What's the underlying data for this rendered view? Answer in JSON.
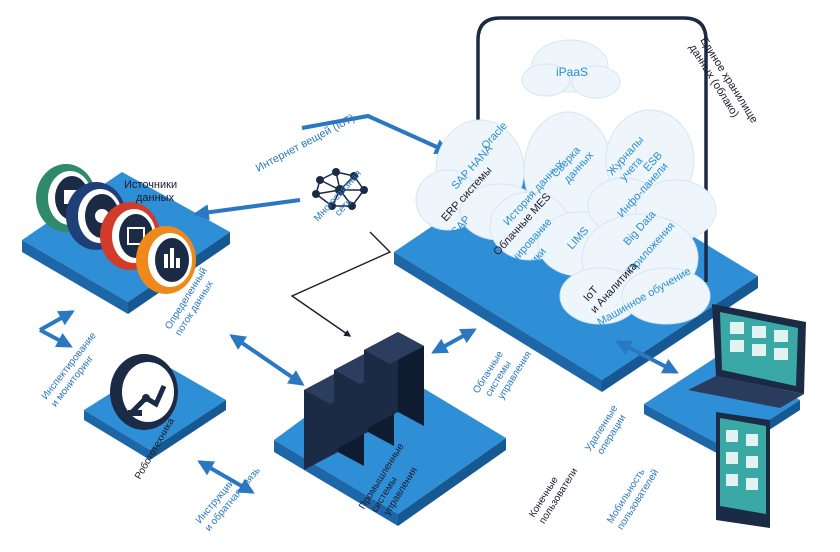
{
  "labels": {
    "ipaas": "iPaaS",
    "storage_line1": "Единое хранилище",
    "storage_line2": "данных (облако)",
    "iot_internet": "Интернет вещей (IoT)",
    "sources_line1": "Источники",
    "sources_line2": "данных",
    "mesh_line1": "Многосвязная",
    "mesh_line2": "сеть",
    "flows_line1": "Определенный",
    "flows_line2": "поток данных",
    "inspect_line1": "Инспектирование",
    "inspect_line2": "и мониторинг",
    "robotics": "Робототехника",
    "instructions_line1": "Инструкции",
    "instructions_line2": "и обратная связь",
    "industrial_line1": "Промышленные",
    "industrial_line2": "системы",
    "industrial_line3": "управления",
    "cloud_control_line1": "Облачные",
    "cloud_control_line2": "системы",
    "cloud_control_line3": "управления",
    "remote_line1": "Удаленные",
    "remote_line2": "операции",
    "end_users_line1": "Конечные",
    "end_users_line2": "пользователи",
    "mobility_line1": "Мобильность",
    "mobility_line2": "пользователей"
  },
  "cloud_terms": {
    "oracle": "Oracle",
    "sap_hana": "SAP HANA",
    "erp": "ERP системы",
    "sap": "SAP",
    "reconcile_line1": "Сверка",
    "reconcile_line2": "данных",
    "history": "История данных",
    "cloud_mes": "Облачные MES",
    "planning": "Планирование",
    "charts": "и графики",
    "lims": "LIMS",
    "journals_line1": "Журналы",
    "journals_line2": "учета",
    "esb": "ESB",
    "infopanels": "Инфо-панели",
    "bigdata": "Big Data",
    "apps": "Приложения",
    "iot": "IoT",
    "analytics": "и Аналитика",
    "ml": "Машинное обучение"
  },
  "colors": {
    "platform_top": "#2f8fd6",
    "platform_side": "#1d66a8",
    "arrow": "#2a78c2",
    "cloud": "#eef5fb",
    "cloud_text": "#2a8fcf",
    "dark_text": "#1a1a2e",
    "server": "#1b2a45"
  }
}
